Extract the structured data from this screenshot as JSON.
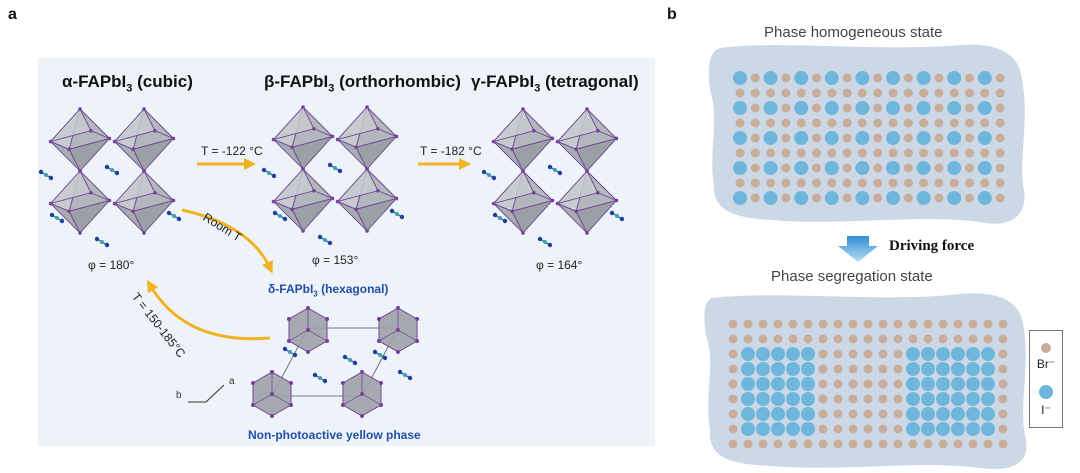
{
  "panel_a": {
    "label": "a",
    "alpha": {
      "name": "α-FAPbI",
      "sub": "3",
      "suffix": " (cubic)",
      "phi": "φ = 180°"
    },
    "beta": {
      "name": "β-FAPbI",
      "sub": "3",
      "suffix": " (orthorhombic)",
      "phi": "φ = 153°"
    },
    "gamma": {
      "name": "γ-FAPbI",
      "sub": "3",
      "suffix": " (tetragonal)",
      "phi": "φ = 164°"
    },
    "arrow1": "T = -122 °C",
    "arrow2": "T = -182 °C",
    "room": "Room T",
    "heat": "T = 150-185°C",
    "delta": {
      "name": "δ-FAPbI",
      "sub": "3",
      "suffix": " (hexagonal)"
    },
    "yellow": "Non-photoactive yellow phase",
    "axis_a": "a",
    "axis_b": "b"
  },
  "panel_b": {
    "label": "b",
    "top_title": "Phase homogeneous state",
    "driving": "Driving force",
    "bottom_title": "Phase segregation state",
    "legend": {
      "br": "Br⁻",
      "i": "I⁻"
    }
  },
  "colors": {
    "octa_fill": "#a9adb3",
    "octa_edge": "#6a3d8f",
    "iodide": "#7b3fa0",
    "arrow": "#f0b323",
    "br_ion": "#c9ad9b",
    "i_ion": "#6fb6dc",
    "cloud": "#cdd8e6",
    "blue_text": "#1f4fa8",
    "drive_arrow": "#4aa3e0"
  }
}
